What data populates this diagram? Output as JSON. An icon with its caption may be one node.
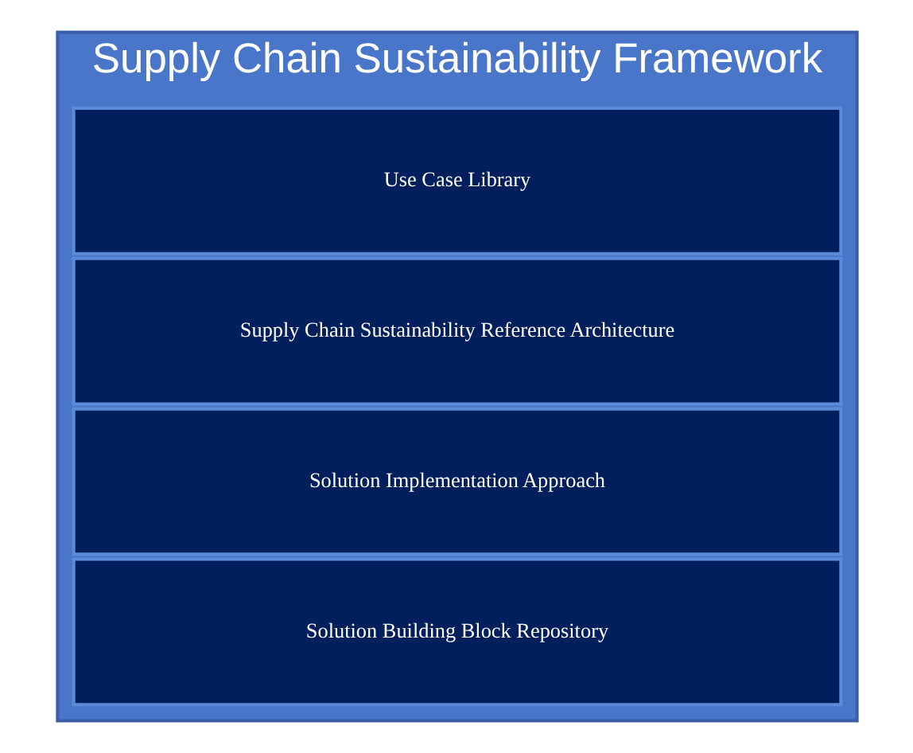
{
  "diagram": {
    "nodes": [
      {
        "text": [
          "Supply Chain Sustainability Framework"
        ]
      },
      {
        "text": [
          "Use Case Library"
        ],
        "in": 0
      },
      {
        "text": [
          "Supply Chain Sustainability Reference Architecture"
        ],
        "in": 0
      },
      {
        "text": [
          "Solution Implementation Approach"
        ],
        "in": 0
      },
      {
        "text": [
          "Solution Building Block Repository"
        ],
        "in": 0
      }
    ]
  }
}
